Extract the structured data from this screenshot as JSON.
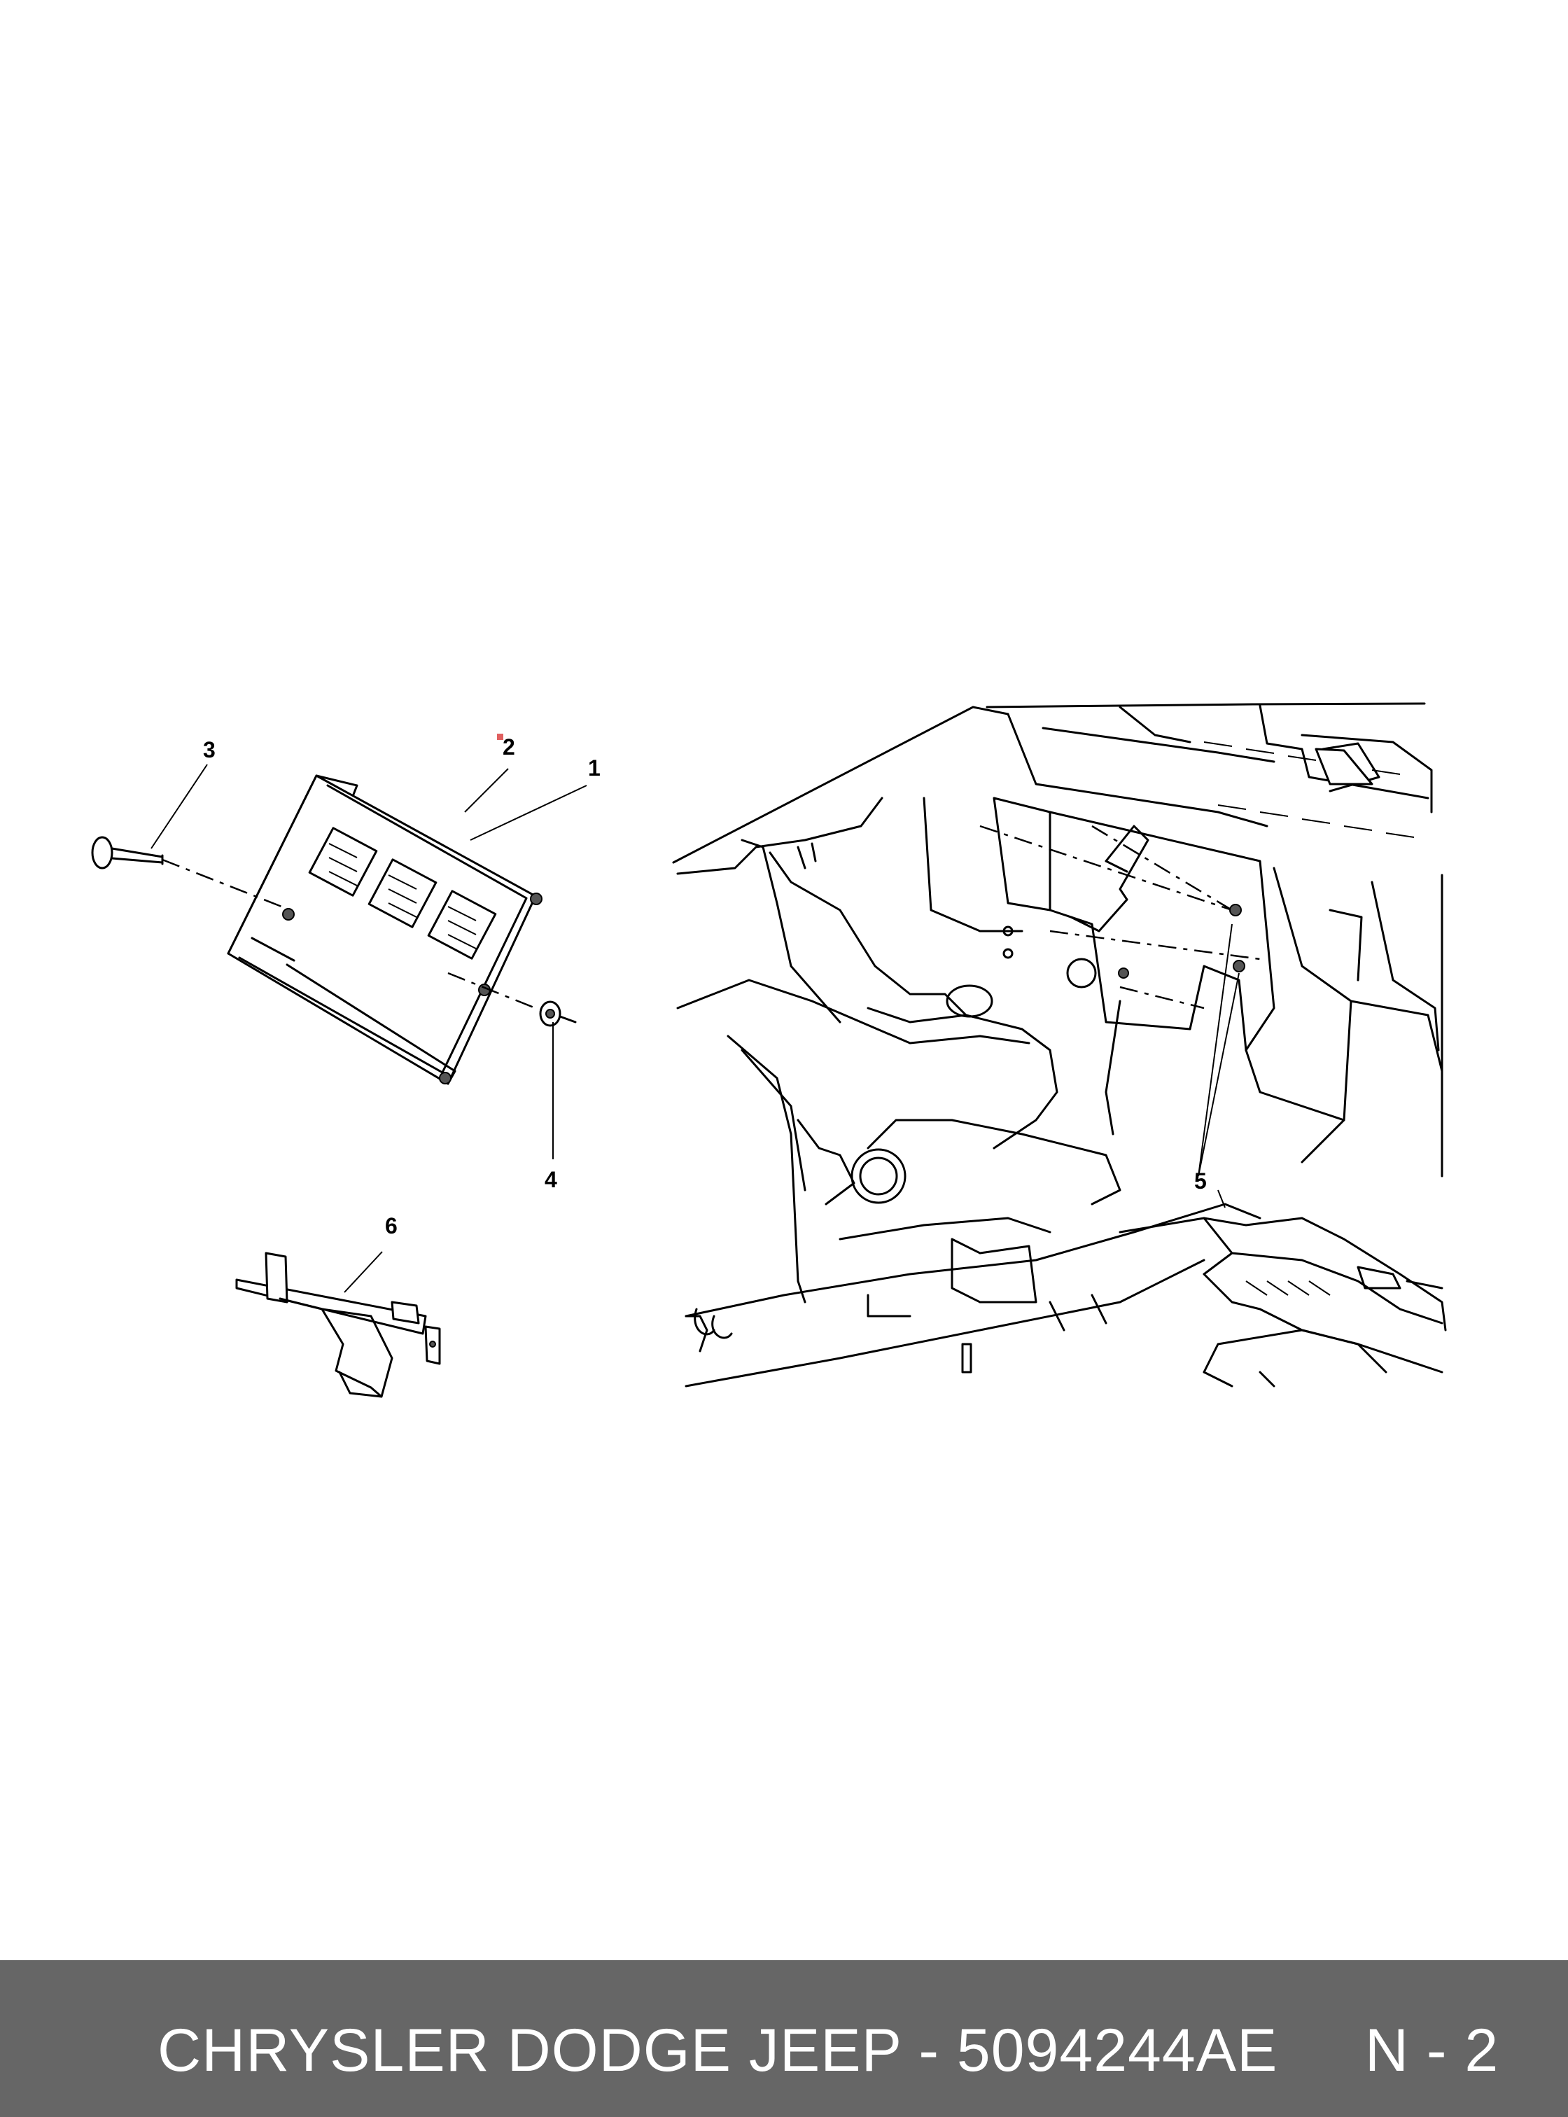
{
  "callouts": {
    "c1": "1",
    "c2": "2",
    "c3": "3",
    "c4": "4",
    "c5": "5",
    "c6": "6"
  },
  "footer": {
    "text": "CHRYSLER DODGE JEEP - 5094244AE     N - 2"
  },
  "colors": {
    "footer_bg": "#666666",
    "footer_text": "#ffffff",
    "line": "#000000"
  }
}
